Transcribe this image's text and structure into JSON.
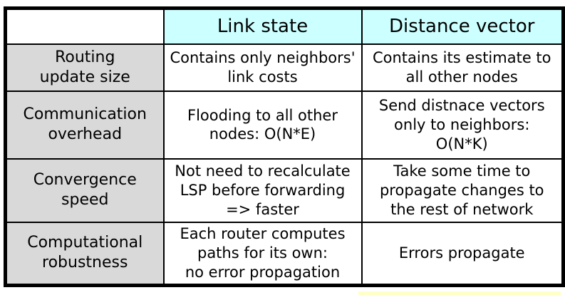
{
  "colors": {
    "header_bg": "#ccffff",
    "label_bg": "#d9d9d9",
    "cell_bg": "#ffffff",
    "border": "#000000",
    "text": "#000000",
    "highlight_strip": "#ffffc8",
    "page_bg": "#ffffff"
  },
  "table": {
    "columns": [
      "",
      "Link state",
      "Distance vector"
    ],
    "rows": [
      {
        "label": "Routing\nupdate size",
        "link_state": "Contains only neighbors'\nlink costs",
        "distance_vector": "Contains its estimate to\nall other nodes"
      },
      {
        "label": "Communication\noverhead",
        "link_state": "Flooding to all other\nnodes: O(N*E)",
        "distance_vector": "Send distnace vectors\nonly to neighbors:\nO(N*K)"
      },
      {
        "label": "Convergence\nspeed",
        "link_state": "Not need to recalculate\nLSP before forwarding\n=> faster",
        "distance_vector": "Take some time to\npropagate changes to\nthe rest of network"
      },
      {
        "label": "Computational\nrobustness",
        "link_state": "Each router computes\npaths for its own:\nno error propagation",
        "distance_vector": "Errors propagate"
      }
    ]
  }
}
